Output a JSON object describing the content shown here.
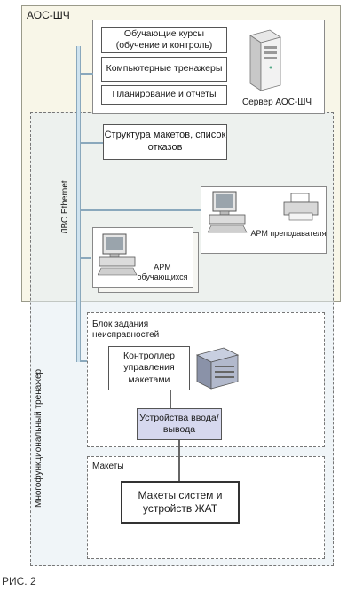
{
  "aos": {
    "label": "АОС-ШЧ"
  },
  "server": {
    "courses": "Обучающие курсы (обучение и контроль)",
    "trainers": "Компьютерные тренажеры",
    "planning": "Планирование и отчеты",
    "label": "Сервер АОС-ШЧ"
  },
  "trainer": {
    "label": "Многофункциональный тренажер"
  },
  "ethernet": {
    "label": "ЛВС Ethernet"
  },
  "structure": {
    "label": "Структура макетов, список отказов"
  },
  "teacher": {
    "label": "АРМ преподавателя"
  },
  "student": {
    "label": "АРМ обучающихся"
  },
  "fault_block": {
    "label": "Блок задания неисправностей",
    "controller": "Контроллер управления макетами",
    "io": "Устройства ввода/вывода"
  },
  "models": {
    "label": "Макеты",
    "systems": "Макеты систем и устройств ЖАТ"
  },
  "caption": "РИС. 2"
}
